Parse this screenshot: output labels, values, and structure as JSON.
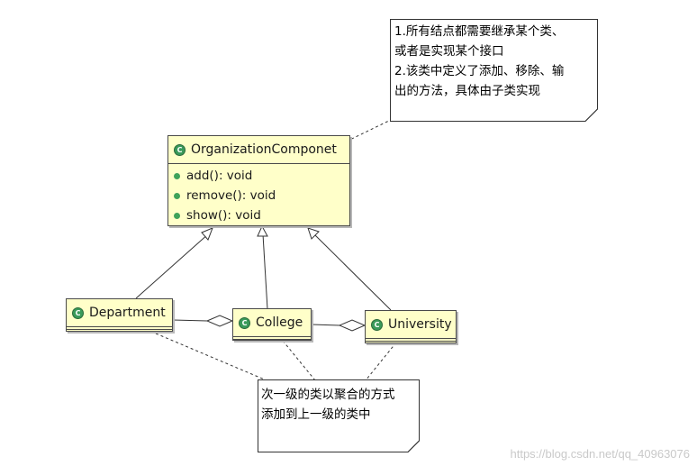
{
  "top_note": {
    "lines": [
      "1.所有结点都需要继承某个类、",
      "或者是实现某个接口",
      "2.该类中定义了添加、移除、输",
      "出的方法，具体由子类实现"
    ]
  },
  "bottom_note": {
    "lines": [
      "次一级的类以聚合的方式",
      "添加到上一级的类中"
    ]
  },
  "classes": {
    "component": {
      "name": "OrganizationComponet",
      "operations": [
        "add(): void",
        "remove(): void",
        "show(): void"
      ]
    },
    "department": {
      "name": "Department"
    },
    "college": {
      "name": "College"
    },
    "university": {
      "name": "University"
    }
  },
  "class_icon_glyph": "C",
  "watermark": "https://blog.csdn.net/qq_40963076",
  "colors": {
    "class_fill": "#ffffc9",
    "icon_green": "#3a9a5a",
    "note_fill": "#ffffff"
  }
}
